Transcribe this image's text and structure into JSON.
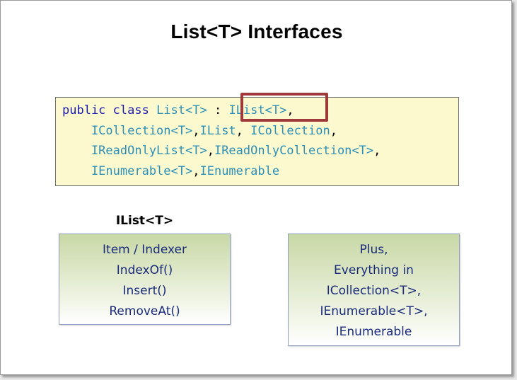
{
  "slide": {
    "title": "List<T> Interfaces"
  },
  "code": {
    "lines": [
      [
        {
          "text": "public class ",
          "style": "kw"
        },
        {
          "text": "List<T>",
          "style": "ty"
        },
        {
          "text": " : ",
          "style": "pl"
        },
        {
          "text": "IList<T>",
          "style": "ty"
        },
        {
          "text": ",",
          "style": "pl"
        }
      ],
      [
        {
          "text": "    ICollection<T>",
          "style": "ty"
        },
        {
          "text": ",",
          "style": "pl"
        },
        {
          "text": "IList",
          "style": "ty"
        },
        {
          "text": ", ",
          "style": "pl"
        },
        {
          "text": "ICollection",
          "style": "ty"
        },
        {
          "text": ",",
          "style": "pl"
        }
      ],
      [
        {
          "text": "    IReadOnlyList<T>",
          "style": "ty"
        },
        {
          "text": ",",
          "style": "pl"
        },
        {
          "text": "IReadOnlyCollection<T>",
          "style": "ty"
        },
        {
          "text": ",",
          "style": "pl"
        }
      ],
      [
        {
          "text": "    IEnumerable<T>",
          "style": "ty"
        },
        {
          "text": ",",
          "style": "pl"
        },
        {
          "text": "IEnumerable",
          "style": "ty"
        }
      ]
    ],
    "highlighted": "IList<T>",
    "highlight_color": "#a03a3a"
  },
  "ilist_box": {
    "label": "IList<T>",
    "items": [
      "Item / Indexer",
      "IndexOf()",
      "Insert()",
      "RemoveAt()"
    ]
  },
  "plus_box": {
    "lines": [
      "Plus,",
      "Everything in",
      "ICollection<T>,",
      "IEnumerable<T>,",
      "IEnumerable"
    ]
  },
  "colors": {
    "keyword": "#1a1ab0",
    "type": "#2b8fb8",
    "box_text": "#1a2b7a",
    "code_background": "#fcf9cf"
  }
}
